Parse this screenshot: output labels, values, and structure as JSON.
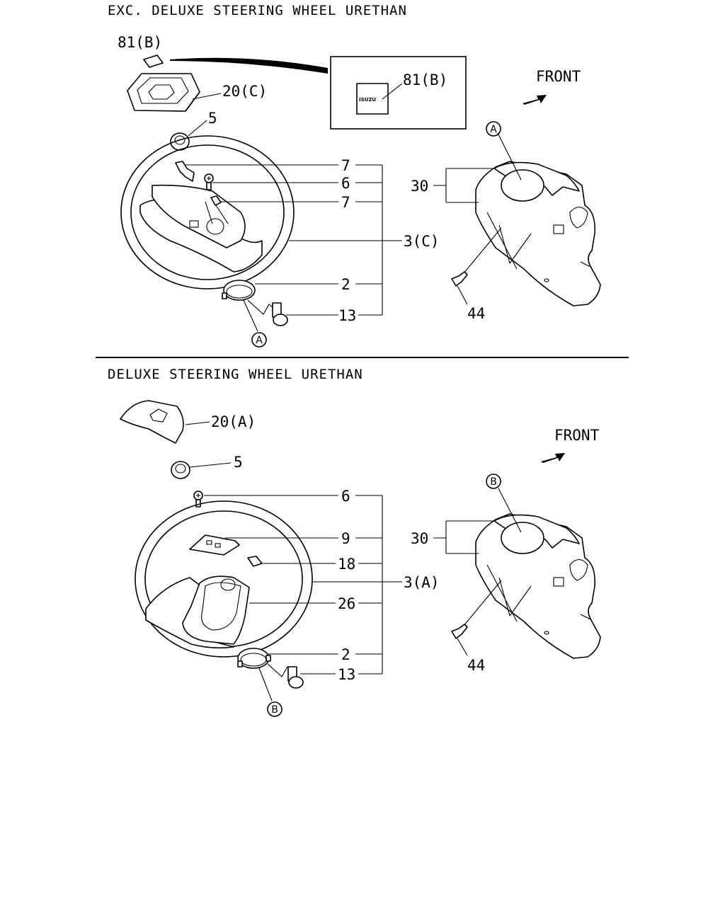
{
  "sections": {
    "top": {
      "title": "EXC. DELUXE STEERING WHEEL URETHAN"
    },
    "bottom": {
      "title": "DELUXE STEERING WHEEL URETHAN"
    }
  },
  "top": {
    "inset_emblem_text": "ISUZU",
    "front": "FRONT",
    "callouts": {
      "c81a": "81(B)",
      "c81b": "81(B)",
      "c20": "20(C)",
      "c5": "5",
      "c7a": "7",
      "c6": "6",
      "c7b": "7",
      "c3": "3(C)",
      "c2": "2",
      "c13": "13",
      "c30": "30",
      "c44": "44",
      "refA1": "A",
      "refA2": "A"
    }
  },
  "bottom": {
    "front": "FRONT",
    "callouts": {
      "c20": "20(A)",
      "c5": "5",
      "c6": "6",
      "c9": "9",
      "c18": "18",
      "c3": "3(A)",
      "c26": "26",
      "c2": "2",
      "c13": "13",
      "c30": "30",
      "c44": "44",
      "refB1": "B",
      "refB2": "B"
    }
  }
}
